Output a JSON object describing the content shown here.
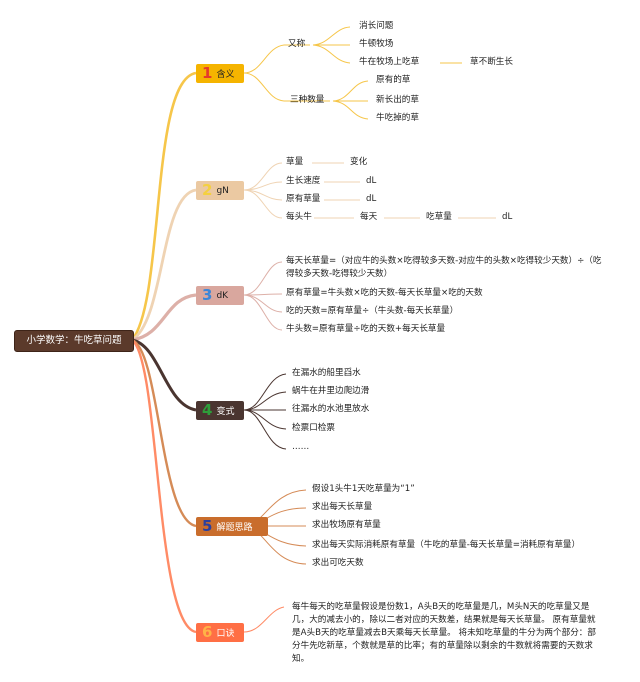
{
  "root": "小学数学：牛吃草问题",
  "branches": [
    {
      "num": "1",
      "label": "含义",
      "color": "#f5b400",
      "num_color": "#e53b2c",
      "groups": [
        {
          "label": "又称",
          "items": [
            "消长问题",
            "牛顿牧场",
            "牛在牧场上吃草"
          ],
          "extra": "草不断生长"
        },
        {
          "label": "三种数量",
          "items": [
            "原有的草",
            "新长出的草",
            "牛吃掉的草"
          ]
        }
      ]
    },
    {
      "num": "2",
      "label": "gN",
      "color": "#ebc9a2",
      "num_color": "#f4d03f",
      "items": [
        "草量",
        "生长速度",
        "原有草量",
        "每头牛"
      ],
      "extras": [
        "变化",
        "dL",
        "dL",
        "每天",
        "吃草量",
        "dL"
      ]
    },
    {
      "num": "3",
      "label": "dK",
      "color": "#d9a79e",
      "num_color": "#3b86d8",
      "items": [
        "每天长草量=（对应牛的头数×吃得较多天数-对应牛的头数×吃得较少天数）÷（吃得较多天数-吃得较少天数）",
        "原有草量=牛头数×吃的天数-每天长草量×吃的天数",
        "吃的天数=原有草量÷（牛头数-每天长草量）",
        "牛头数=原有草量÷吃的天数+每天长草量"
      ]
    },
    {
      "num": "4",
      "label": "变式",
      "color": "#4a3530",
      "num_color": "#2e9e3a",
      "items": [
        "在漏水的船里舀水",
        "蜗牛在井里边爬边滑",
        "往漏水的水池里放水",
        "检票口检票",
        "……"
      ]
    },
    {
      "num": "5",
      "label": "解题思路",
      "color": "#c96d2c",
      "num_color": "#2a3f9e",
      "items": [
        "假设1头牛1天吃草量为“1”",
        "求出每天长草量",
        "求出牧场原有草量",
        "求出每天实际消耗原有草量（牛吃的草量-每天长草量=消耗原有草量）",
        "求出可吃天数"
      ]
    },
    {
      "num": "6",
      "label": "口诀",
      "color": "#ff6f45",
      "num_color": "#ffb347",
      "text": "每牛每天的吃草量假设是份数1，A头B天的吃草量是几，M头N天的吃草量又是几，大的减去小的，除以二者对应的天数差，结果就是每天长草量。 原有草量就是A头B天的吃草量减去B天乘每天长草量。 将未知吃草量的牛分为两个部分：部分牛先吃新草，个数就是草的比率；有的草量除以剩余的牛数就将需要的天数求知。"
    }
  ]
}
